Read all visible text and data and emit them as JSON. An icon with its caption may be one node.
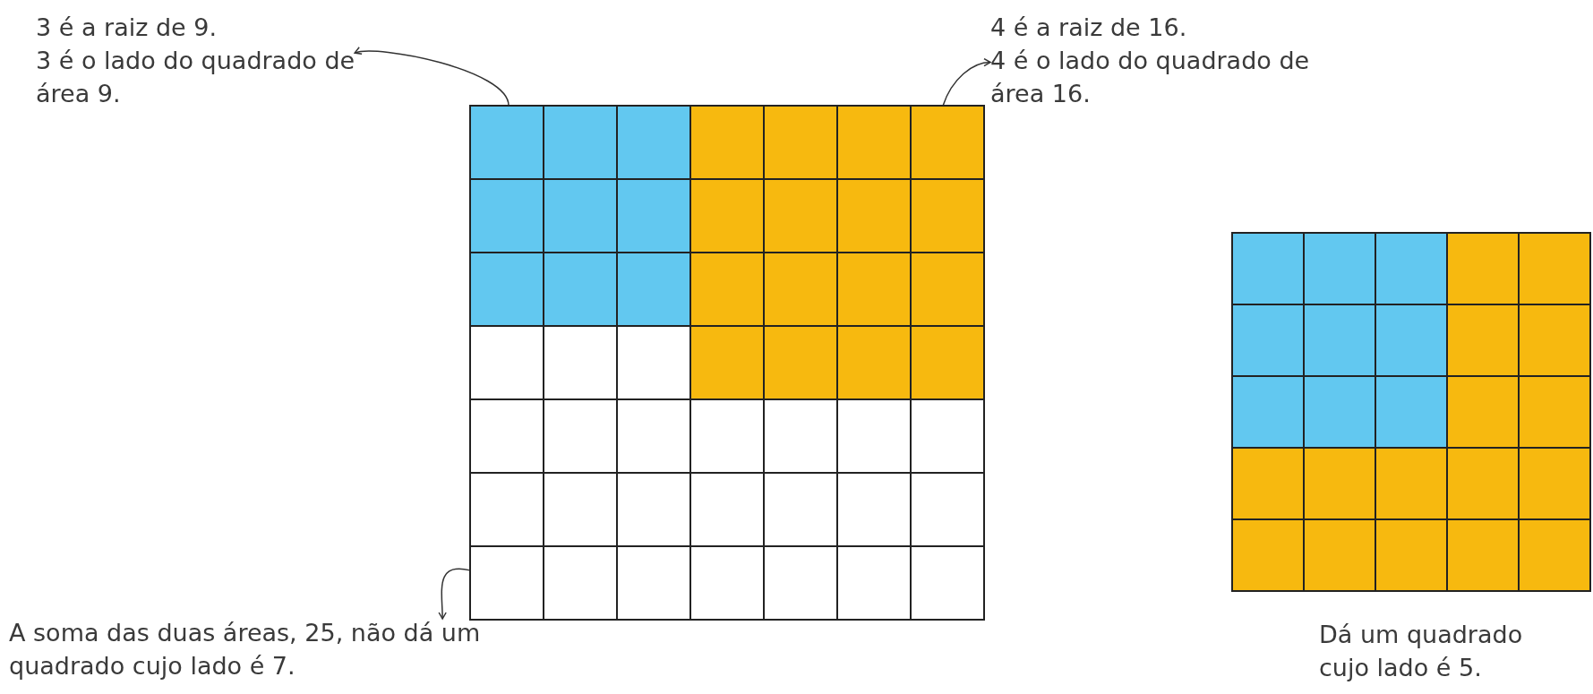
{
  "diagram": {
    "nodes": [
      {
        "text": [
          "3 é a raiz de 9.",
          "3 é o lado do quadrado de área 9."
        ]
      },
      {
        "text": [
          "4 é a raiz de 16.",
          "4 é o lado do quadrado de área 16."
        ]
      },
      {
        "text": [],
        "shape": "grid"
      },
      {
        "text": [],
        "shape": "grid",
        "beside": [
          "Dá um quadrado cujo lado é 5."
        ]
      },
      {
        "text": [
          "A soma das duas áreas, 25, não dá um quadrado cujo lado é 7."
        ]
      }
    ],
    "edges": [
      {
        "from": 2,
        "to": 0,
        "arrow": "to"
      },
      {
        "from": 2,
        "to": 1,
        "arrow": "to"
      },
      {
        "from": 2,
        "to": 4,
        "arrow": "to"
      }
    ]
  }
}
